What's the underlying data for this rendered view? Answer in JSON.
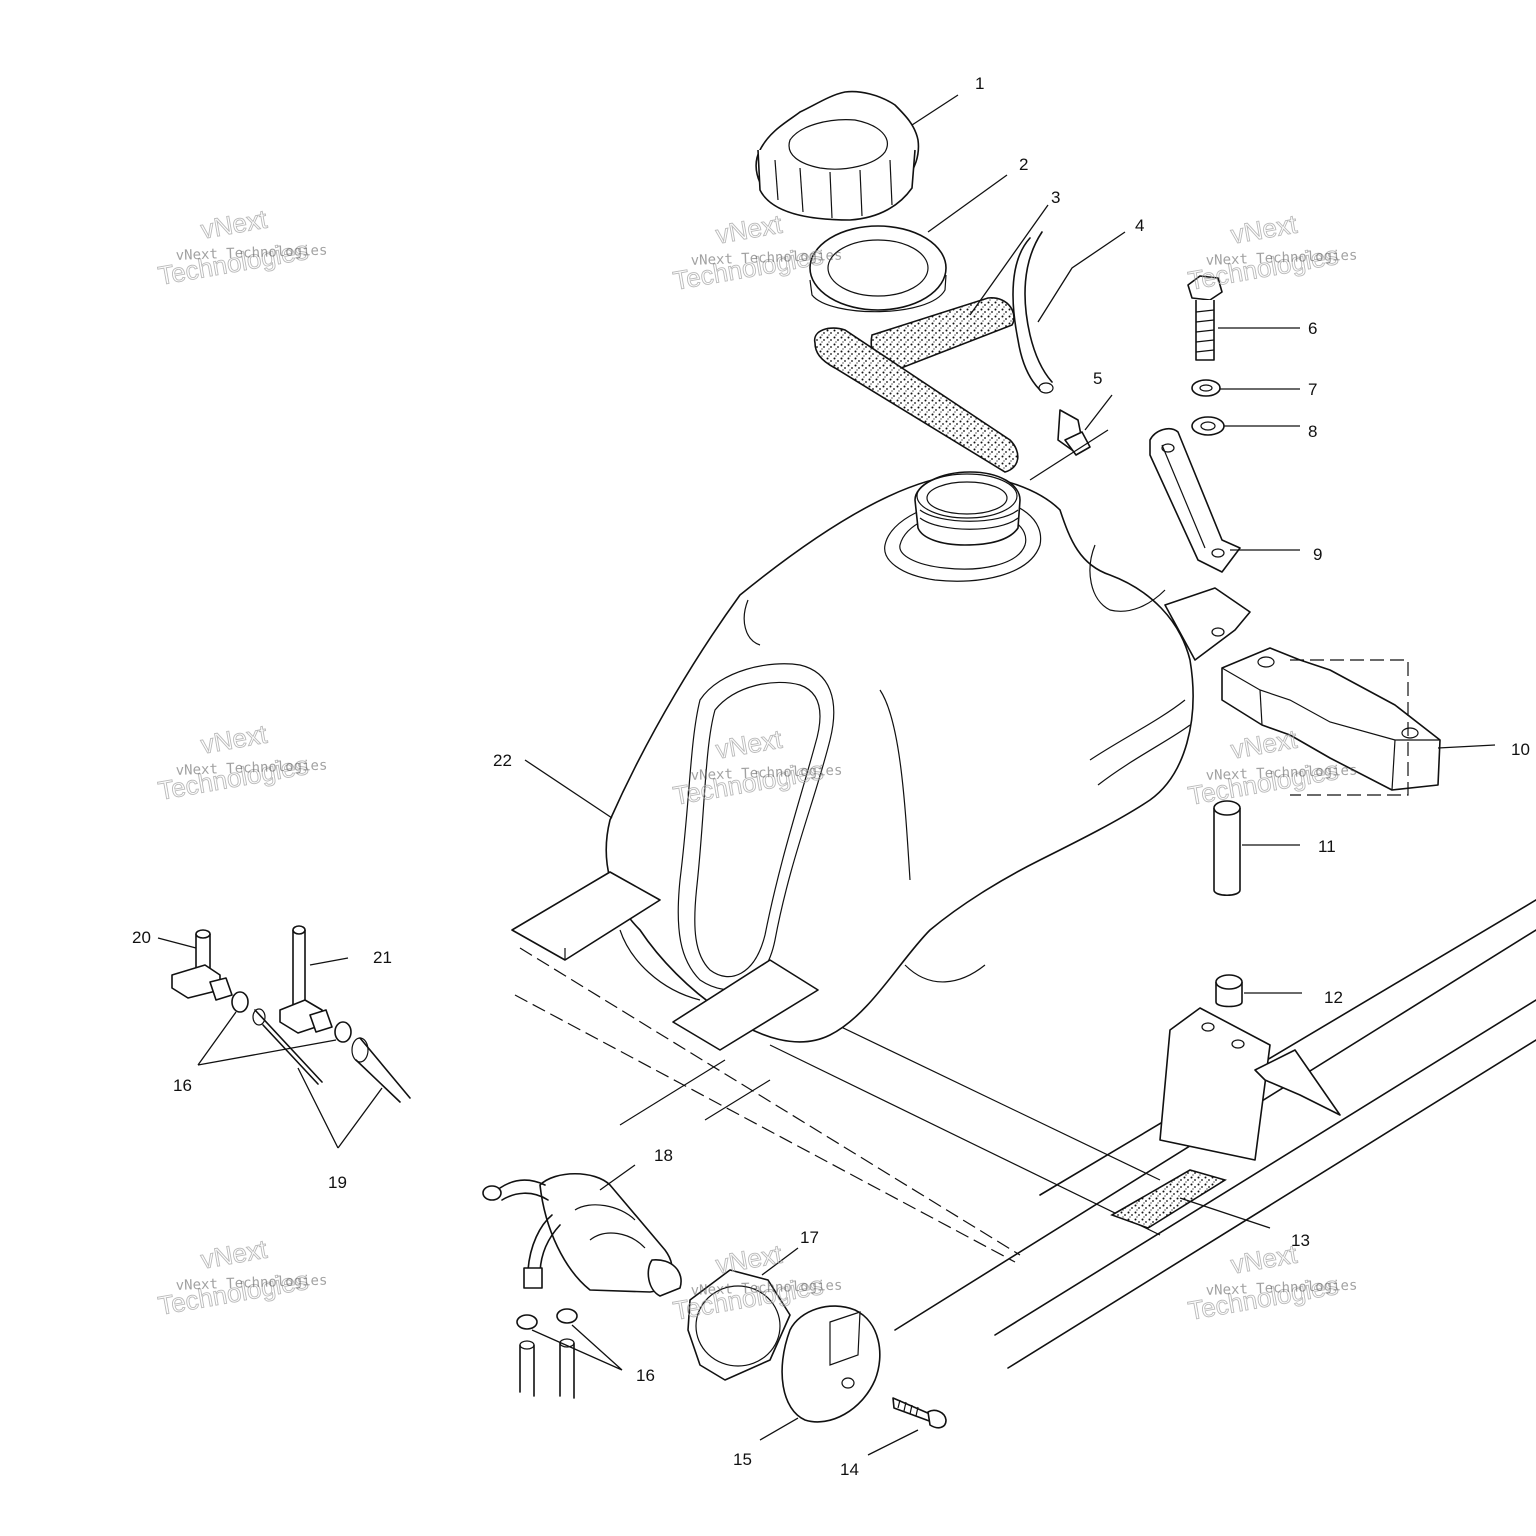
{
  "callouts": {
    "c1": "1",
    "c2": "2",
    "c3": "3",
    "c4": "4",
    "c5": "5",
    "c6": "6",
    "c7": "7",
    "c8": "8",
    "c9": "9",
    "c10": "10",
    "c11": "11",
    "c12": "12",
    "c13": "13",
    "c14": "14",
    "c15": "15",
    "c16a": "16",
    "c16b": "16",
    "c17": "17",
    "c18": "18",
    "c19": "19",
    "c20": "20",
    "c21": "21",
    "c22": "22"
  },
  "watermark": {
    "line1": "vNext Technologies",
    "line2": "Technologies",
    "line3": "vNext"
  }
}
